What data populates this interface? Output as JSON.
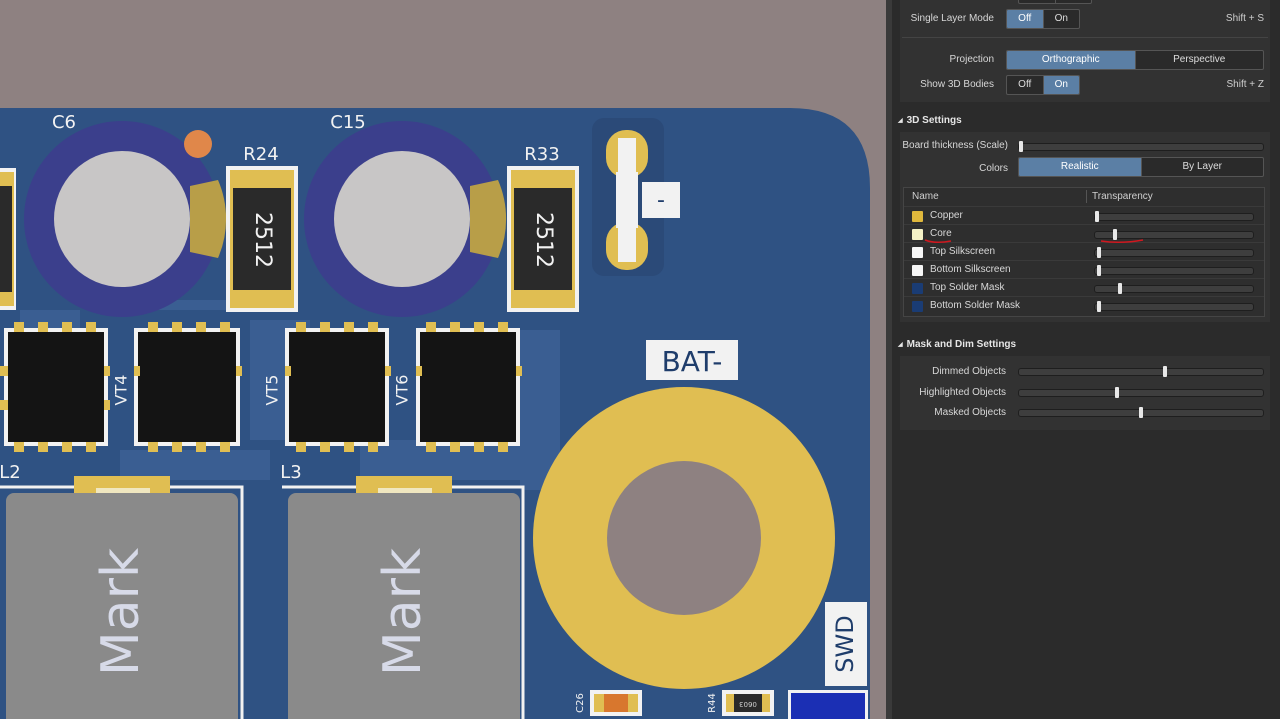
{
  "viewport": {
    "silkscreen": {
      "c6": "C6",
      "c15": "C15",
      "r24": "R24",
      "r33": "R33",
      "r24_size": "2512",
      "r33_size": "2512",
      "minus": "-",
      "vt4": "VT4",
      "vt5": "VT5",
      "vt6": "VT6",
      "l2": "L2",
      "l3": "L3",
      "mark1": "Mark",
      "mark2": "Mark",
      "bat": "BAT-",
      "swd": "SWD",
      "c26": "C26",
      "r44": "R44",
      "r44_size": "0603"
    },
    "colors": {
      "board": "#2f5283",
      "pad": "#e0be52",
      "cap_ring": "#3b3f8c",
      "cap_body": "#c8c6c6",
      "ic_body": "#141414",
      "inductor": "#8a8a8a",
      "hole": "#8e8181"
    }
  },
  "panel": {
    "single_layer_mode": {
      "label": "Single Layer Mode",
      "off": "Off",
      "on": "On",
      "selected": "off",
      "shortcut": "Shift + S"
    },
    "projection": {
      "label": "Projection",
      "ortho": "Orthographic",
      "persp": "Perspective",
      "selected": "ortho"
    },
    "show_3d": {
      "label": "Show 3D Bodies",
      "off": "Off",
      "on": "On",
      "selected": "on",
      "shortcut": "Shift + Z"
    },
    "settings_3d": {
      "header": "3D Settings",
      "board_thickness": {
        "label": "Board thickness (Scale)",
        "value": 0.0
      },
      "colors": {
        "label": "Colors",
        "realistic": "Realistic",
        "by_layer": "By Layer",
        "selected": "realistic"
      },
      "table": {
        "col_name": "Name",
        "col_transparency": "Transparency",
        "rows": [
          {
            "name": "Copper",
            "color": "#e0b83c",
            "transparency": 0.0
          },
          {
            "name": "Core",
            "color": "#f4f1c6",
            "transparency": 0.12
          },
          {
            "name": "Top Silkscreen",
            "color": "#f6f6f6",
            "transparency": 0.01
          },
          {
            "name": "Bottom Silkscreen",
            "color": "#f6f6f6",
            "transparency": 0.01
          },
          {
            "name": "Top Solder Mask",
            "color": "#1a3c74",
            "transparency": 0.15
          },
          {
            "name": "Bottom Solder Mask",
            "color": "#1a3c74",
            "transparency": 0.01
          }
        ]
      }
    },
    "mask_dim": {
      "header": "Mask and Dim Settings",
      "dimmed": {
        "label": "Dimmed Objects",
        "value": 0.6
      },
      "highlighted": {
        "label": "Highlighted Objects",
        "value": 0.4
      },
      "masked": {
        "label": "Masked Objects",
        "value": 0.5
      }
    }
  }
}
